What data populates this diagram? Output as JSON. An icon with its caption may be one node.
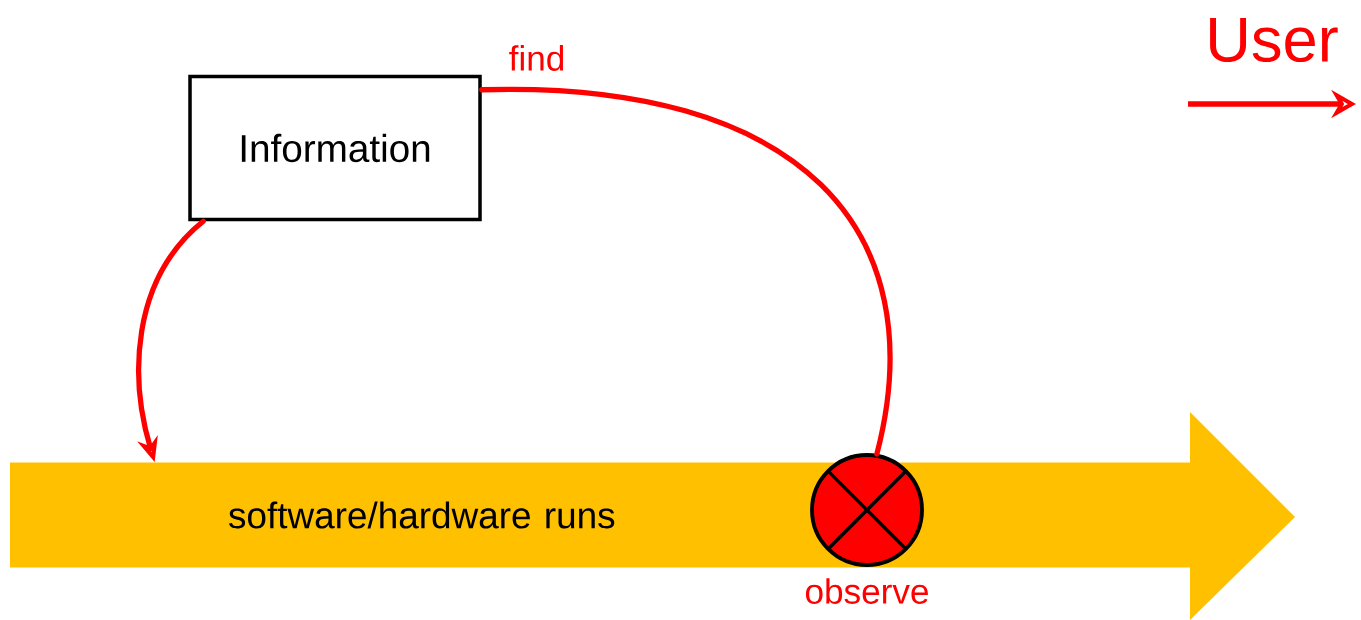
{
  "diagram": {
    "nodes": [
      {
        "text": [
          "Information"
        ]
      },
      {
        "text": [
          "software/hardware runs"
        ]
      },
      {
        "text": [],
        "shape": "circle",
        "in": 1,
        "beside": [
          "observe"
        ]
      }
    ],
    "edges": [
      {
        "from": 0,
        "to": 1,
        "arrow": "to"
      },
      {
        "from": 2,
        "to": 0,
        "arrow": "none",
        "label": "find"
      }
    ],
    "legend": [
      {
        "text": "User"
      }
    ]
  }
}
